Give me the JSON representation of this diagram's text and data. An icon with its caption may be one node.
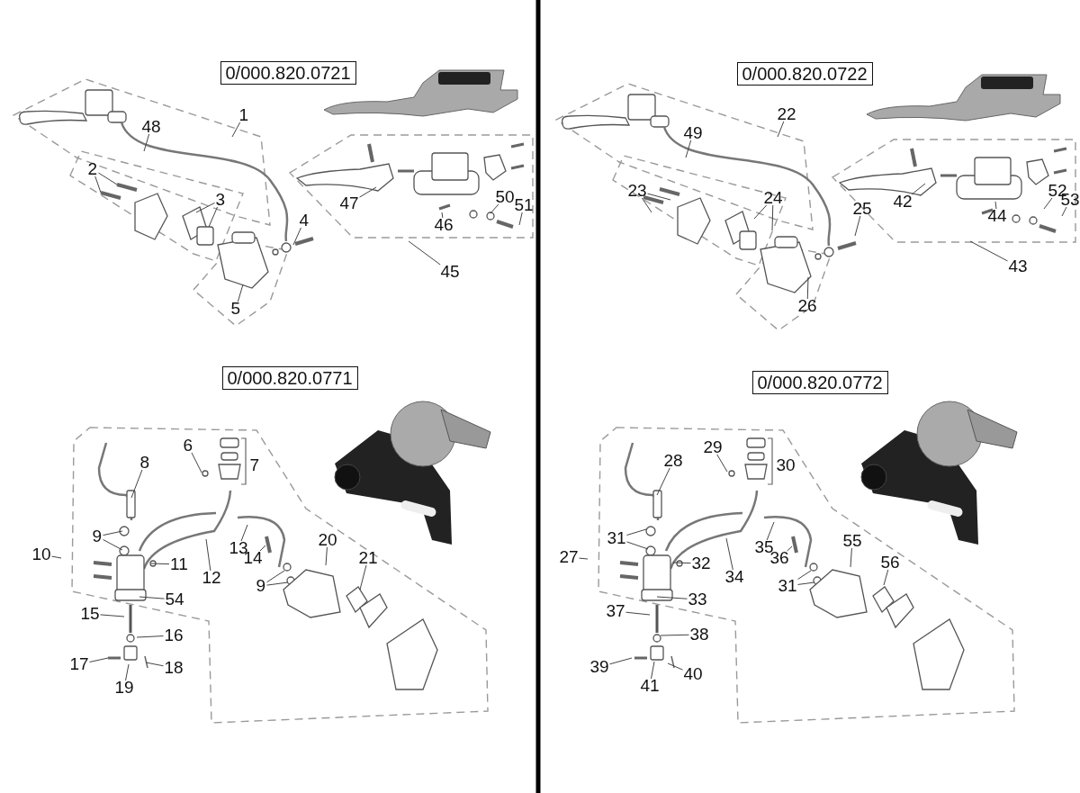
{
  "diagram": {
    "nodes": [
      {
        "text": [
          "0/000.820.0721"
        ]
      },
      {
        "text": [
          "1"
        ]
      },
      {
        "text": [
          "48"
        ]
      },
      {
        "text": [
          "2"
        ]
      },
      {
        "text": [
          "3"
        ]
      },
      {
        "text": [
          "4"
        ]
      },
      {
        "text": [
          "5"
        ]
      },
      {
        "text": [
          "47"
        ]
      },
      {
        "text": [
          "46"
        ]
      },
      {
        "text": [
          "50"
        ]
      },
      {
        "text": [
          "51"
        ]
      },
      {
        "text": [
          "45"
        ]
      },
      {
        "text": [
          "0/000.820.0722"
        ]
      },
      {
        "text": [
          "22"
        ]
      },
      {
        "text": [
          "49"
        ]
      },
      {
        "text": [
          "23"
        ]
      },
      {
        "text": [
          "24"
        ]
      },
      {
        "text": [
          "25"
        ]
      },
      {
        "text": [
          "26"
        ]
      },
      {
        "text": [
          "42"
        ]
      },
      {
        "text": [
          "44"
        ]
      },
      {
        "text": [
          "52"
        ]
      },
      {
        "text": [
          "53"
        ]
      },
      {
        "text": [
          "43"
        ]
      },
      {
        "text": [
          "0/000.820.0771"
        ]
      },
      {
        "text": [
          "6"
        ]
      },
      {
        "text": [
          "7"
        ]
      },
      {
        "text": [
          "8"
        ]
      },
      {
        "text": [
          "9"
        ]
      },
      {
        "text": [
          "10"
        ]
      },
      {
        "text": [
          "11"
        ]
      },
      {
        "text": [
          "12"
        ]
      },
      {
        "text": [
          "13"
        ]
      },
      {
        "text": [
          "14"
        ]
      },
      {
        "text": [
          "9"
        ]
      },
      {
        "text": [
          "20"
        ]
      },
      {
        "text": [
          "21"
        ]
      },
      {
        "text": [
          "54"
        ]
      },
      {
        "text": [
          "15"
        ]
      },
      {
        "text": [
          "16"
        ]
      },
      {
        "text": [
          "17"
        ]
      },
      {
        "text": [
          "18"
        ]
      },
      {
        "text": [
          "19"
        ]
      },
      {
        "text": [
          "0/000.820.0772"
        ]
      },
      {
        "text": [
          "28"
        ]
      },
      {
        "text": [
          "29"
        ]
      },
      {
        "text": [
          "30"
        ]
      },
      {
        "text": [
          "31"
        ]
      },
      {
        "text": [
          "27"
        ]
      },
      {
        "text": [
          "32"
        ]
      },
      {
        "text": [
          "34"
        ]
      },
      {
        "text": [
          "35"
        ]
      },
      {
        "text": [
          "36"
        ]
      },
      {
        "text": [
          "31"
        ]
      },
      {
        "text": [
          "55"
        ]
      },
      {
        "text": [
          "56"
        ]
      },
      {
        "text": [
          "33"
        ]
      },
      {
        "text": [
          "37"
        ]
      },
      {
        "text": [
          "38"
        ]
      },
      {
        "text": [
          "39"
        ]
      },
      {
        "text": [
          "40"
        ]
      },
      {
        "text": [
          "41"
        ]
      }
    ],
    "edges": [
      {
        "from": 1,
        "to": null,
        "arrow": "none"
      },
      {
        "from": 2,
        "to": null,
        "arrow": "none"
      },
      {
        "from": 3,
        "to": null,
        "arrow": "none"
      },
      {
        "from": 3,
        "to": null,
        "arrow": "none"
      },
      {
        "from": 4,
        "to": null,
        "arrow": "none"
      },
      {
        "from": 4,
        "to": null,
        "arrow": "none"
      },
      {
        "from": 5,
        "to": null,
        "arrow": "none"
      },
      {
        "from": 6,
        "to": null,
        "arrow": "none"
      },
      {
        "from": 7,
        "to": null,
        "arrow": "none"
      },
      {
        "from": 8,
        "to": null,
        "arrow": "none"
      },
      {
        "from": 9,
        "to": null,
        "arrow": "none"
      },
      {
        "from": 10,
        "to": null,
        "arrow": "none"
      },
      {
        "from": 11,
        "to": null,
        "arrow": "none"
      },
      {
        "from": 13,
        "to": null,
        "arrow": "none"
      },
      {
        "from": 14,
        "to": null,
        "arrow": "none"
      },
      {
        "from": 15,
        "to": null,
        "arrow": "none"
      },
      {
        "from": 15,
        "to": null,
        "arrow": "none"
      },
      {
        "from": 16,
        "to": null,
        "arrow": "none"
      },
      {
        "from": 16,
        "to": null,
        "arrow": "none"
      },
      {
        "from": 17,
        "to": null,
        "arrow": "none"
      },
      {
        "from": 18,
        "to": null,
        "arrow": "none"
      },
      {
        "from": 19,
        "to": null,
        "arrow": "none"
      },
      {
        "from": 20,
        "to": null,
        "arrow": "none"
      },
      {
        "from": 21,
        "to": null,
        "arrow": "none"
      },
      {
        "from": 22,
        "to": null,
        "arrow": "none"
      },
      {
        "from": 23,
        "to": null,
        "arrow": "none"
      },
      {
        "from": 25,
        "to": null,
        "arrow": "none"
      },
      {
        "from": 27,
        "to": null,
        "arrow": "none"
      },
      {
        "from": 28,
        "to": null,
        "arrow": "none"
      },
      {
        "from": 28,
        "to": null,
        "arrow": "none"
      },
      {
        "from": 29,
        "to": null,
        "arrow": "none"
      },
      {
        "from": 30,
        "to": null,
        "arrow": "none"
      },
      {
        "from": 31,
        "to": null,
        "arrow": "none"
      },
      {
        "from": 32,
        "to": null,
        "arrow": "none"
      },
      {
        "from": 33,
        "to": null,
        "arrow": "none"
      },
      {
        "from": 34,
        "to": null,
        "arrow": "none"
      },
      {
        "from": 34,
        "to": null,
        "arrow": "none"
      },
      {
        "from": 35,
        "to": null,
        "arrow": "none"
      },
      {
        "from": 36,
        "to": null,
        "arrow": "none"
      },
      {
        "from": 37,
        "to": null,
        "arrow": "none"
      },
      {
        "from": 38,
        "to": null,
        "arrow": "none"
      },
      {
        "from": 39,
        "to": null,
        "arrow": "none"
      },
      {
        "from": 40,
        "to": null,
        "arrow": "none"
      },
      {
        "from": 41,
        "to": null,
        "arrow": "none"
      },
      {
        "from": 42,
        "to": null,
        "arrow": "none"
      },
      {
        "from": 44,
        "to": null,
        "arrow": "none"
      },
      {
        "from": 45,
        "to": null,
        "arrow": "none"
      },
      {
        "from": 47,
        "to": null,
        "arrow": "none"
      },
      {
        "from": 47,
        "to": null,
        "arrow": "none"
      },
      {
        "from": 48,
        "to": null,
        "arrow": "none"
      },
      {
        "from": 49,
        "to": null,
        "arrow": "none"
      },
      {
        "from": 50,
        "to": null,
        "arrow": "none"
      },
      {
        "from": 51,
        "to": null,
        "arrow": "none"
      },
      {
        "from": 52,
        "to": null,
        "arrow": "none"
      },
      {
        "from": 53,
        "to": null,
        "arrow": "none"
      },
      {
        "from": 53,
        "to": null,
        "arrow": "none"
      },
      {
        "from": 54,
        "to": null,
        "arrow": "none"
      },
      {
        "from": 55,
        "to": null,
        "arrow": "none"
      },
      {
        "from": 56,
        "to": null,
        "arrow": "none"
      },
      {
        "from": 57,
        "to": null,
        "arrow": "none"
      },
      {
        "from": 58,
        "to": null,
        "arrow": "none"
      },
      {
        "from": 59,
        "to": null,
        "arrow": "none"
      },
      {
        "from": 60,
        "to": null,
        "arrow": "none"
      },
      {
        "from": 61,
        "to": null,
        "arrow": "none"
      }
    ]
  }
}
